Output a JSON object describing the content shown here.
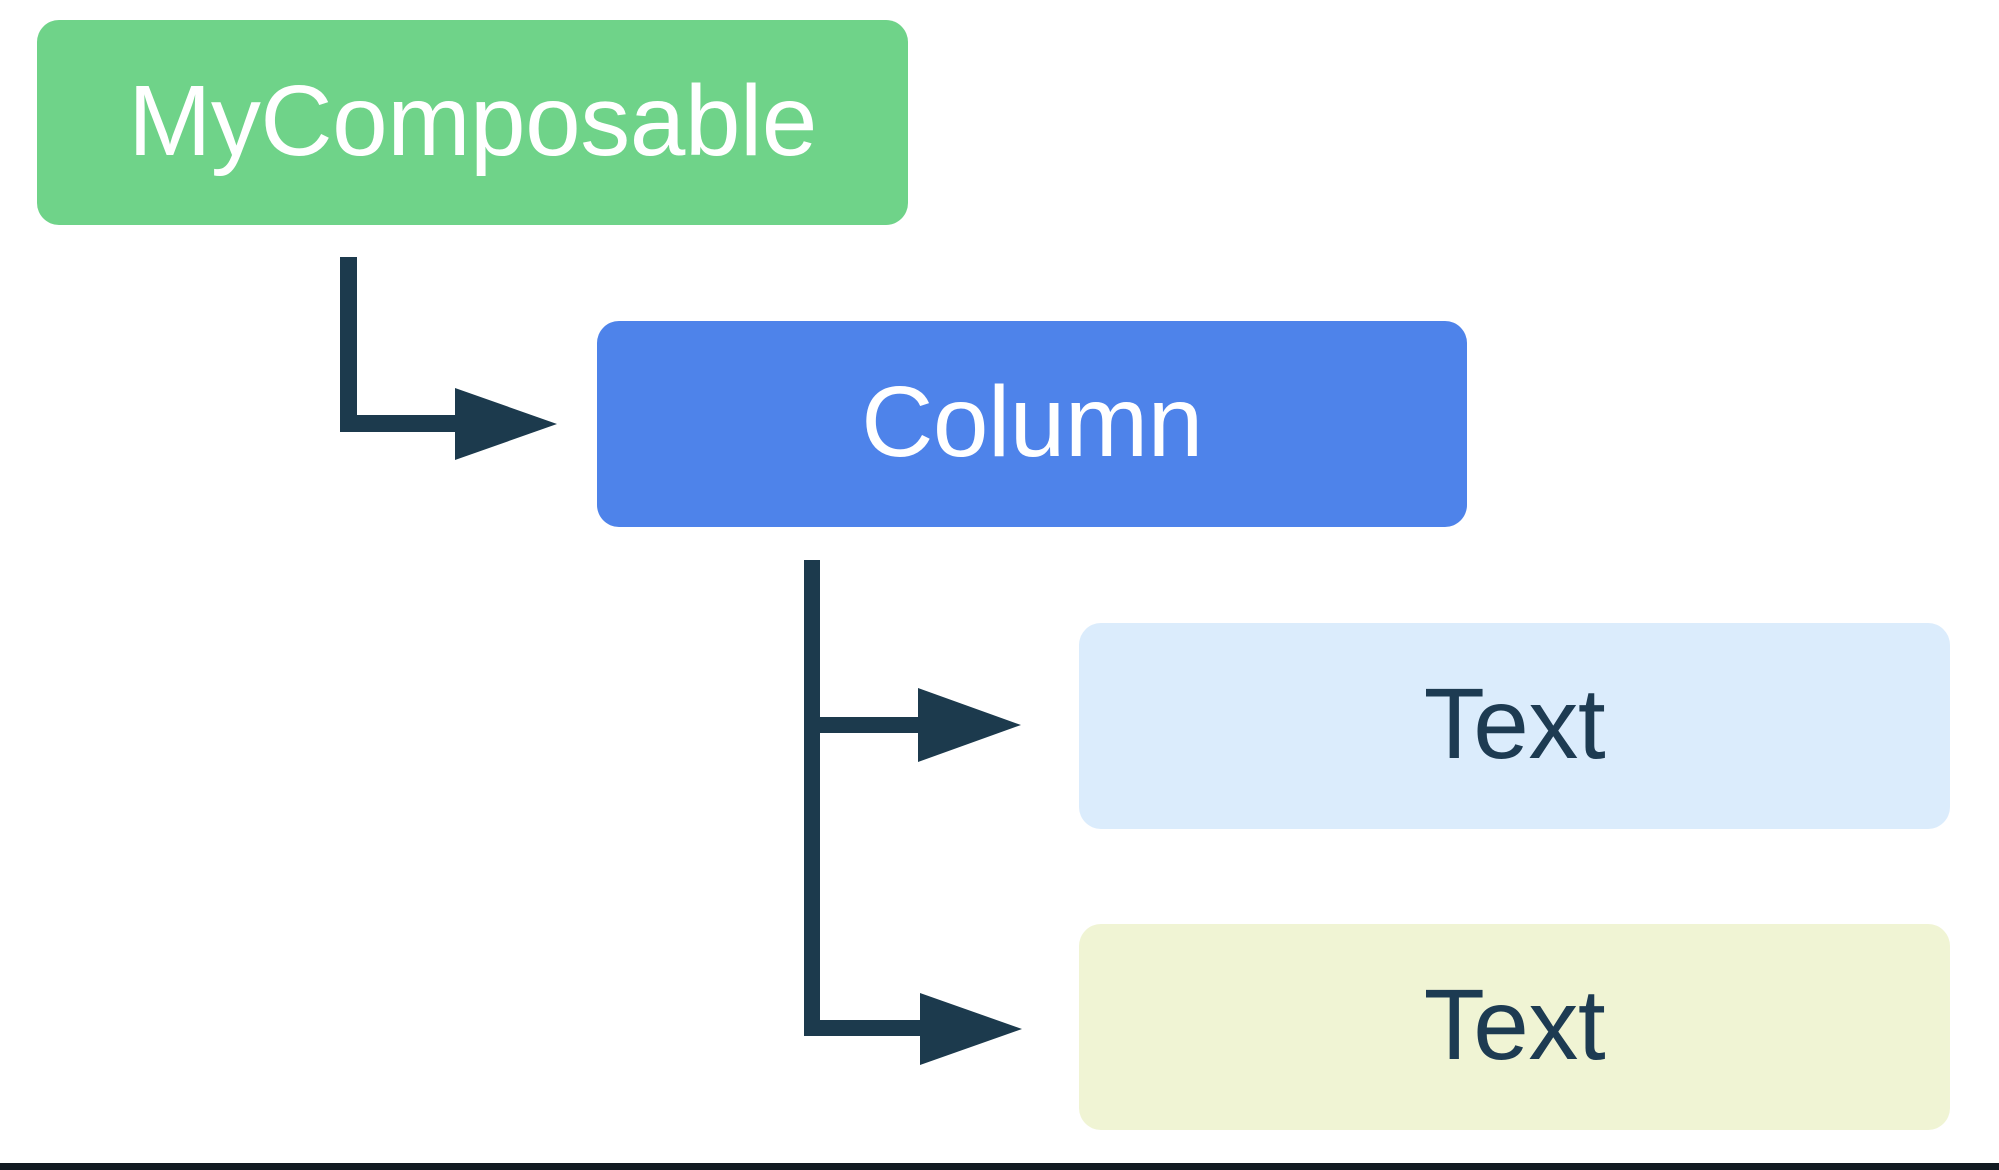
{
  "diagram": {
    "nodes": [
      {
        "id": "my-composable",
        "label": "MyComposable",
        "bg": "#6FD389",
        "text_color": "#FFFFFF"
      },
      {
        "id": "column",
        "label": "Column",
        "bg": "#4E83EA",
        "text_color": "#FFFFFF"
      },
      {
        "id": "text-1",
        "label": "Text",
        "bg": "#DBECFC",
        "text_color": "#1D3B52"
      },
      {
        "id": "text-2",
        "label": "Text",
        "bg": "#F0F4D4",
        "text_color": "#1D3B52"
      }
    ],
    "edges": [
      {
        "from": "my-composable",
        "to": "column"
      },
      {
        "from": "column",
        "to": "text-1"
      },
      {
        "from": "column",
        "to": "text-2"
      }
    ],
    "colors": {
      "background": "#FFFFFF",
      "arrow": "#1C3A4D",
      "bottom_border": "#111A21"
    }
  }
}
